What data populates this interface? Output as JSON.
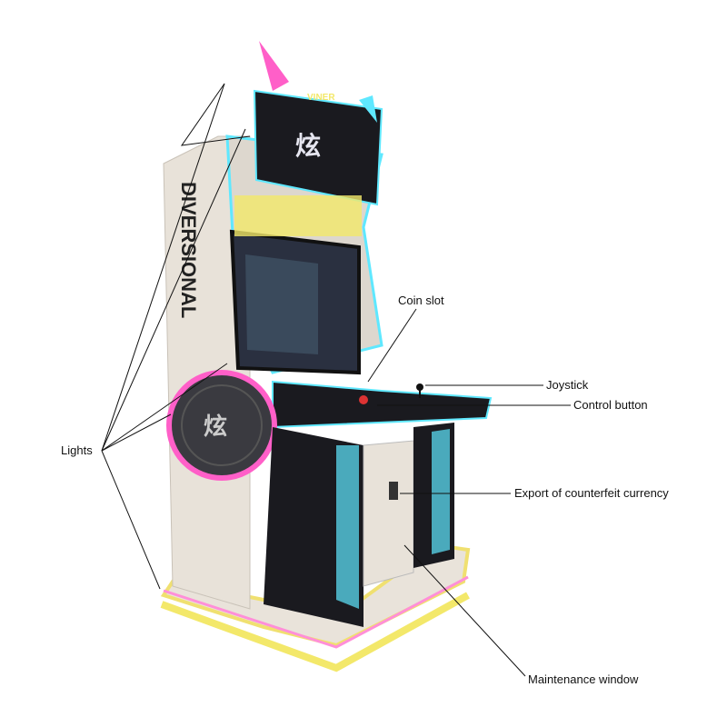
{
  "labels": {
    "coin_slot": "Coin slot",
    "joystick": "Joystick",
    "control_button": "Control button",
    "lights": "Lights",
    "export_counterfeit": "Export of counterfeit currency",
    "maintenance_window": "Maintenance window"
  },
  "machine_graphics": {
    "marquee_text": "VINER",
    "side_text": "DIVERSIONAL"
  },
  "colors": {
    "pink_light": "#ff5fc8",
    "cyan_light": "#5fe8ff",
    "yellow_light": "#f3e86a",
    "cabinet": "#e8e2d9",
    "dark": "#1a1a1f"
  }
}
